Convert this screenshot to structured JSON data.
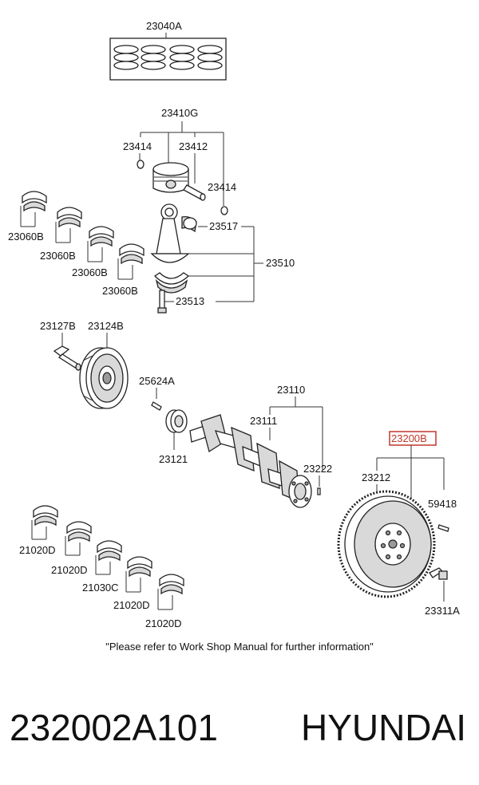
{
  "labels": {
    "piston_ring_set": "23040A",
    "piston_assy": "23410G",
    "snap_ring_left": "23414",
    "piston_pin": "23412",
    "snap_ring_right": "23414",
    "bearing_upper": "23517",
    "conrod_assy": "23510",
    "conrod_bolt": "23513",
    "conrod_bearing_1": "23060B",
    "conrod_bearing_2": "23060B",
    "conrod_bearing_3": "23060B",
    "conrod_bearing_4": "23060B",
    "pulley_bolt": "23127B",
    "damper_pulley": "23124B",
    "key": "25624A",
    "crank_assy": "23110",
    "crankshaft": "23111",
    "sprocket": "23121",
    "pin": "23222",
    "flywheel_assy": "23200B",
    "ring_gear": "23212",
    "dowel": "59418",
    "flywheel_bolt": "23311A",
    "main_bearing_1": "21020D",
    "main_bearing_2": "21020D",
    "thrust_bearing": "21030C",
    "main_bearing_3": "21020D",
    "main_bearing_4": "21020D"
  },
  "note": "\"Please refer to Work Shop Manual for further information\"",
  "caption": {
    "part_number": "232002A101",
    "brand": "HYUNDAI"
  },
  "highlight_color": "#c0392b"
}
